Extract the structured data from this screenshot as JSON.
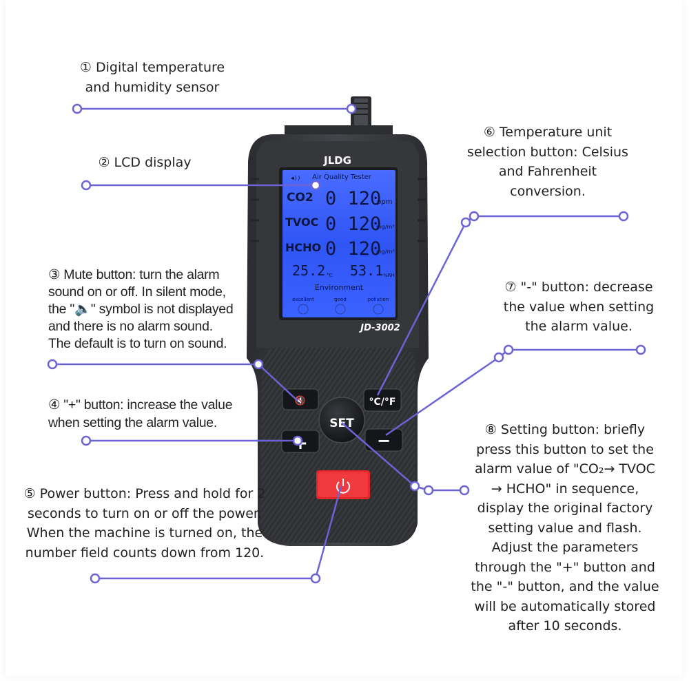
{
  "callouts": {
    "c1": "① Digital temperature\nand humidity sensor",
    "c2": "② LCD display",
    "c3": "③ Mute button: turn the alarm\nsound on or off. In silent mode,\nthe \"🔈\" symbol is not displayed\nand there is no alarm sound.\nThe default is to turn on sound.",
    "c4": "④ \"+\" button: increase the value\nwhen setting the alarm value.",
    "c5": "⑤ Power button: Press and hold for 2\nseconds to turn on or off the power.\nWhen the machine is turned on, the\nnumber field counts down from 120.",
    "c6": "⑥ Temperature unit\nselection button: Celsius\nand Fahrenheit\nconversion.",
    "c7": "⑦ \"-\" button: decrease\nthe value when setting\nthe alarm value.",
    "c8": "⑧ Setting button: briefly\npress this button to set the\nalarm value of \"CO₂→ TVOC\n→ HCHO\" in sequence,\ndisplay the original factory\nsetting value and flash.\nAdjust the parameters\nthrough the \"+\" button and\nthe \"-\" button, and the value\nwill be automatically stored\nafter 10 seconds."
  },
  "device": {
    "brand": "JLDG",
    "model": "JD-3002",
    "screen_title": "Air Quality Tester",
    "co2_label": "CO2",
    "co2_value": "0 120",
    "co2_unit": "ppm",
    "tvoc_label": "TVOC",
    "tvoc_value": "0 120",
    "tvoc_unit": "mg/m³",
    "hcho_label": "HCHO",
    "hcho_value": "0 120",
    "hcho_unit": "mg/m³",
    "temp_value": "25.2",
    "temp_unit": "°C",
    "humidity_value": "53.1",
    "humidity_unit": "%RH",
    "env_label": "Environment",
    "status_excellent": "excellent",
    "status_good": "good",
    "status_pollution": "pollution",
    "set_label": "SET",
    "unit_button_label": "°C/°F",
    "plus_label": "+",
    "minus_label": "−"
  },
  "colors": {
    "leader_line": "#6b63d6",
    "lcd_background": "#2f55f5",
    "device_body": "#3b3c40",
    "power_button": "#e8262b"
  }
}
